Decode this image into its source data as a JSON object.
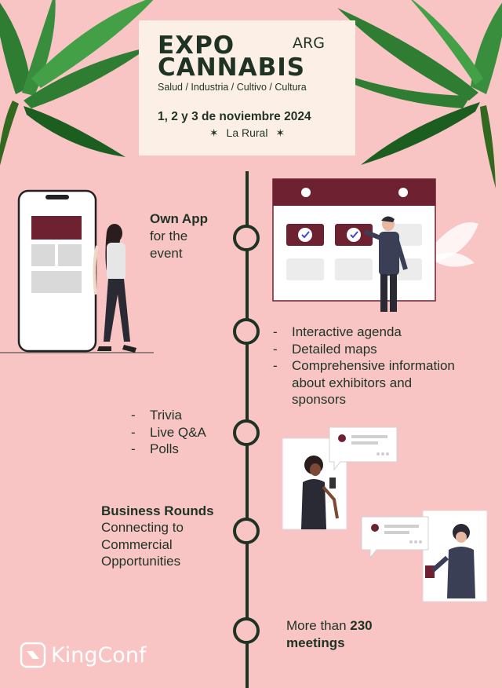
{
  "header": {
    "logo_word_1": "EXPO",
    "logo_country": "ARG",
    "logo_word_2": "CANNABIS",
    "tagline": "Salud / Industria / Cultivo / Cultura",
    "date": "1, 2 y 3 de noviembre 2024",
    "venue": "La Rural"
  },
  "features": {
    "app": {
      "title": "Own App",
      "subtitle": "for the event"
    },
    "app_list": [
      "Interactive agenda",
      "Detailed maps",
      "Comprehensive information about exhibitors and sponsors"
    ],
    "engagement_list": [
      "Trivia",
      "Live Q&A",
      "Polls"
    ],
    "business": {
      "title": "Business Rounds",
      "subtitle": "Connecting to Commercial Opportunities"
    },
    "meetings": {
      "prefix": "More than ",
      "highlight": "230 meetings"
    }
  },
  "brand": {
    "name": "KingConf"
  },
  "colors": {
    "background": "#f8c5c4",
    "dark_green": "#1f3325",
    "wine": "#6e2131",
    "cream": "#fcefe6"
  }
}
